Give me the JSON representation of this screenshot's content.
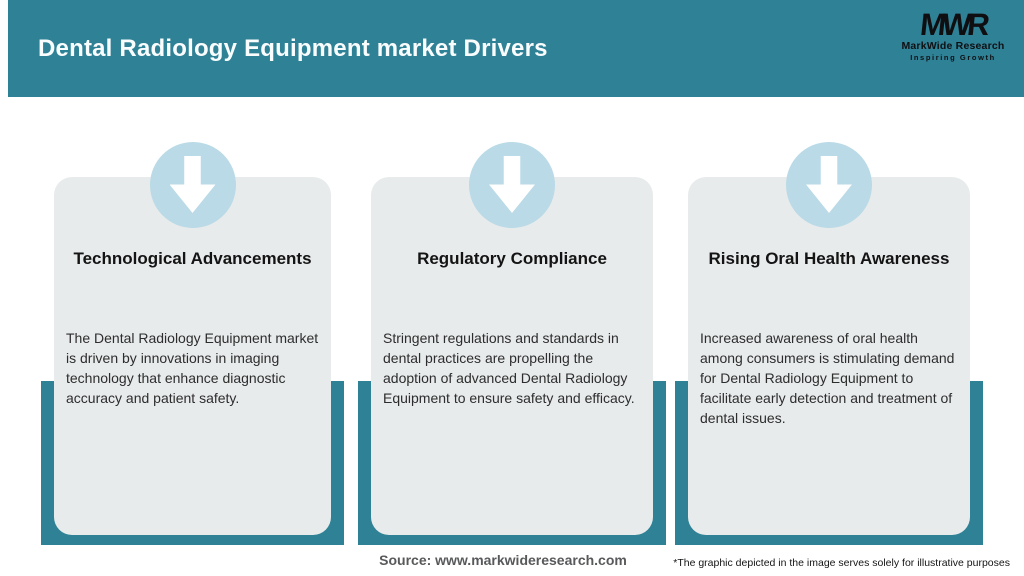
{
  "header": {
    "title": "Dental Radiology Equipment market Drivers",
    "logo": {
      "mark": "MWR",
      "name": "MarkWide Research",
      "tagline": "Inspiring Growth"
    }
  },
  "cards": [
    {
      "icon": "arrow-down",
      "title": "Technological Advancements",
      "body": "The Dental Radiology Equipment market is driven by innovations in imaging technology that enhance diagnostic accuracy and patient safety."
    },
    {
      "icon": "arrow-down",
      "title": "Regulatory Compliance",
      "body": "Stringent regulations and standards in dental practices are propelling the adoption of advanced Dental Radiology Equipment to ensure safety and efficacy."
    },
    {
      "icon": "arrow-down",
      "title": "Rising Oral Health Awareness",
      "body": "Increased awareness of oral health among consumers is stimulating demand for Dental Radiology Equipment to facilitate early detection and treatment of dental issues."
    }
  ],
  "footer": {
    "source": "Source: www.markwideresearch.com",
    "disclaimer": "*The graphic depicted in the image serves solely for illustrative purposes"
  },
  "colors": {
    "header_teal": "#2f8196",
    "backing_teal": "#2f8196",
    "circle_blue": "#b9dae6",
    "card_bg": "#e8ebec",
    "header_text": "#f9fdfe",
    "logo_black": "#0f0f12",
    "source_text": "#58595b"
  }
}
